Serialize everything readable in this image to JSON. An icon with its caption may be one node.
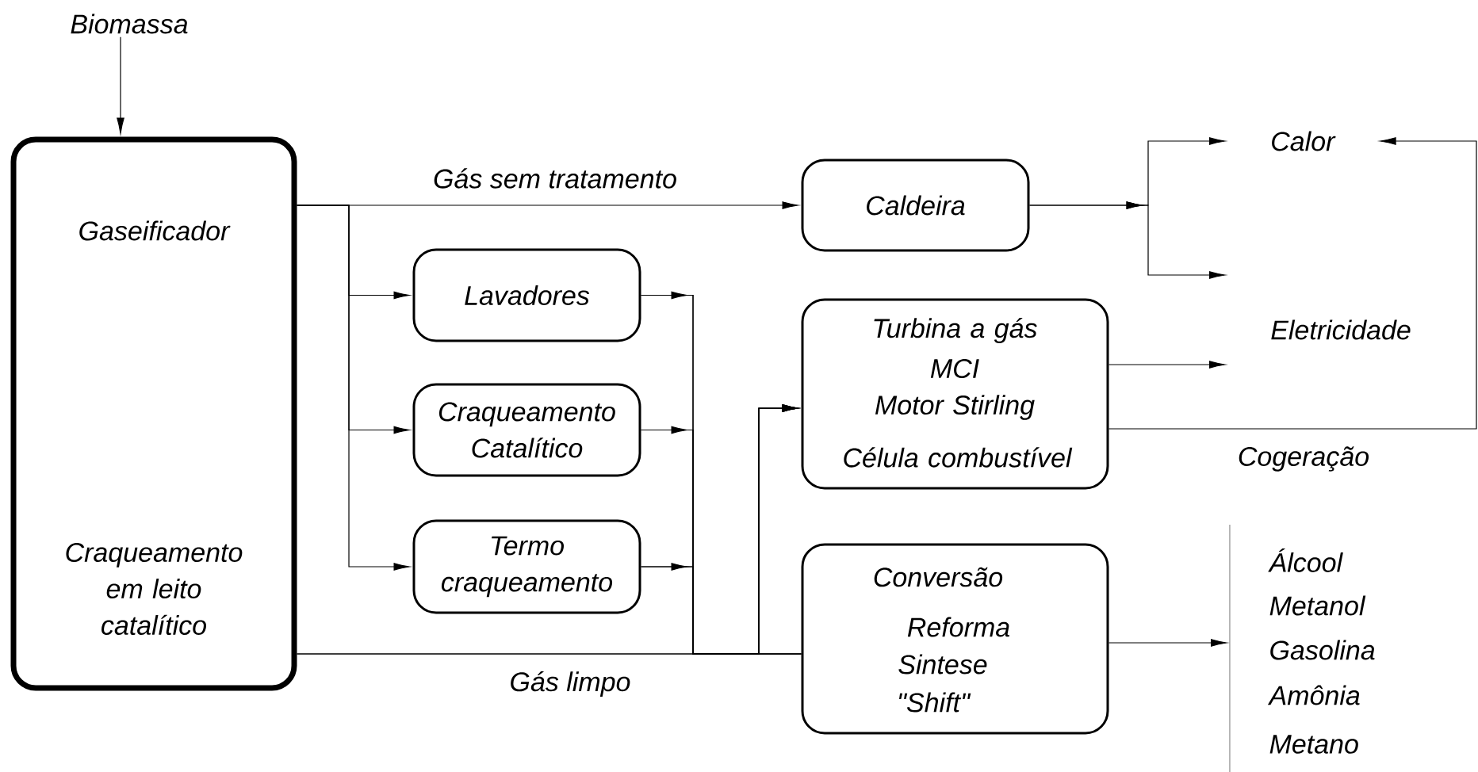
{
  "diagram": {
    "nodes": [
      {
        "text": [
          "Biomassa"
        ]
      },
      {
        "text": [
          "Gaseificador",
          "Craqueamento em leito catalítico"
        ]
      },
      {
        "text": [
          "Caldeira"
        ]
      },
      {
        "text": [
          "Lavadores"
        ]
      },
      {
        "text": [
          "Craqueamento Catalítico"
        ]
      },
      {
        "text": [
          "Termo craqueamento"
        ]
      },
      {
        "text": [
          "Turbina a gás",
          "MCI",
          "Motor Stirling",
          "Célula combustível"
        ]
      },
      {
        "text": [
          "Conversão",
          "Reforma",
          "Sintese",
          "\"Shift\""
        ]
      },
      {
        "text": [
          "Calor"
        ]
      },
      {
        "text": [
          "Eletricidade"
        ]
      },
      {
        "text": [
          "Álcool",
          "Metanol",
          "Gasolina",
          "Amônia",
          "Metano"
        ]
      }
    ],
    "edges": [
      {
        "from": 0,
        "to": 1,
        "arrow": "to"
      },
      {
        "from": 1,
        "to": 2,
        "arrow": "to",
        "label": "Gás sem tratamento"
      },
      {
        "from": 1,
        "to": 3,
        "arrow": "to"
      },
      {
        "from": 1,
        "to": 4,
        "arrow": "to"
      },
      {
        "from": 1,
        "to": 5,
        "arrow": "to"
      },
      {
        "from": 1,
        "to": 7,
        "arrow": "none",
        "label": "Gás limpo"
      },
      {
        "from": 1,
        "to": 6,
        "arrow": "to"
      },
      {
        "from": 3,
        "to": 6,
        "arrow": "to"
      },
      {
        "from": 4,
        "to": 6,
        "arrow": "to"
      },
      {
        "from": 5,
        "to": 6,
        "arrow": "to"
      },
      {
        "from": 3,
        "to": 7,
        "arrow": "none"
      },
      {
        "from": 4,
        "to": 7,
        "arrow": "none"
      },
      {
        "from": 5,
        "to": 7,
        "arrow": "none"
      },
      {
        "from": 2,
        "to": 8,
        "arrow": "to"
      },
      {
        "from": 2,
        "to": 9,
        "arrow": "to"
      },
      {
        "from": 6,
        "to": 9,
        "arrow": "to"
      },
      {
        "from": 6,
        "to": 8,
        "arrow": "to",
        "label": "Cogeração"
      },
      {
        "from": 7,
        "to": 10,
        "arrow": "to"
      }
    ]
  }
}
